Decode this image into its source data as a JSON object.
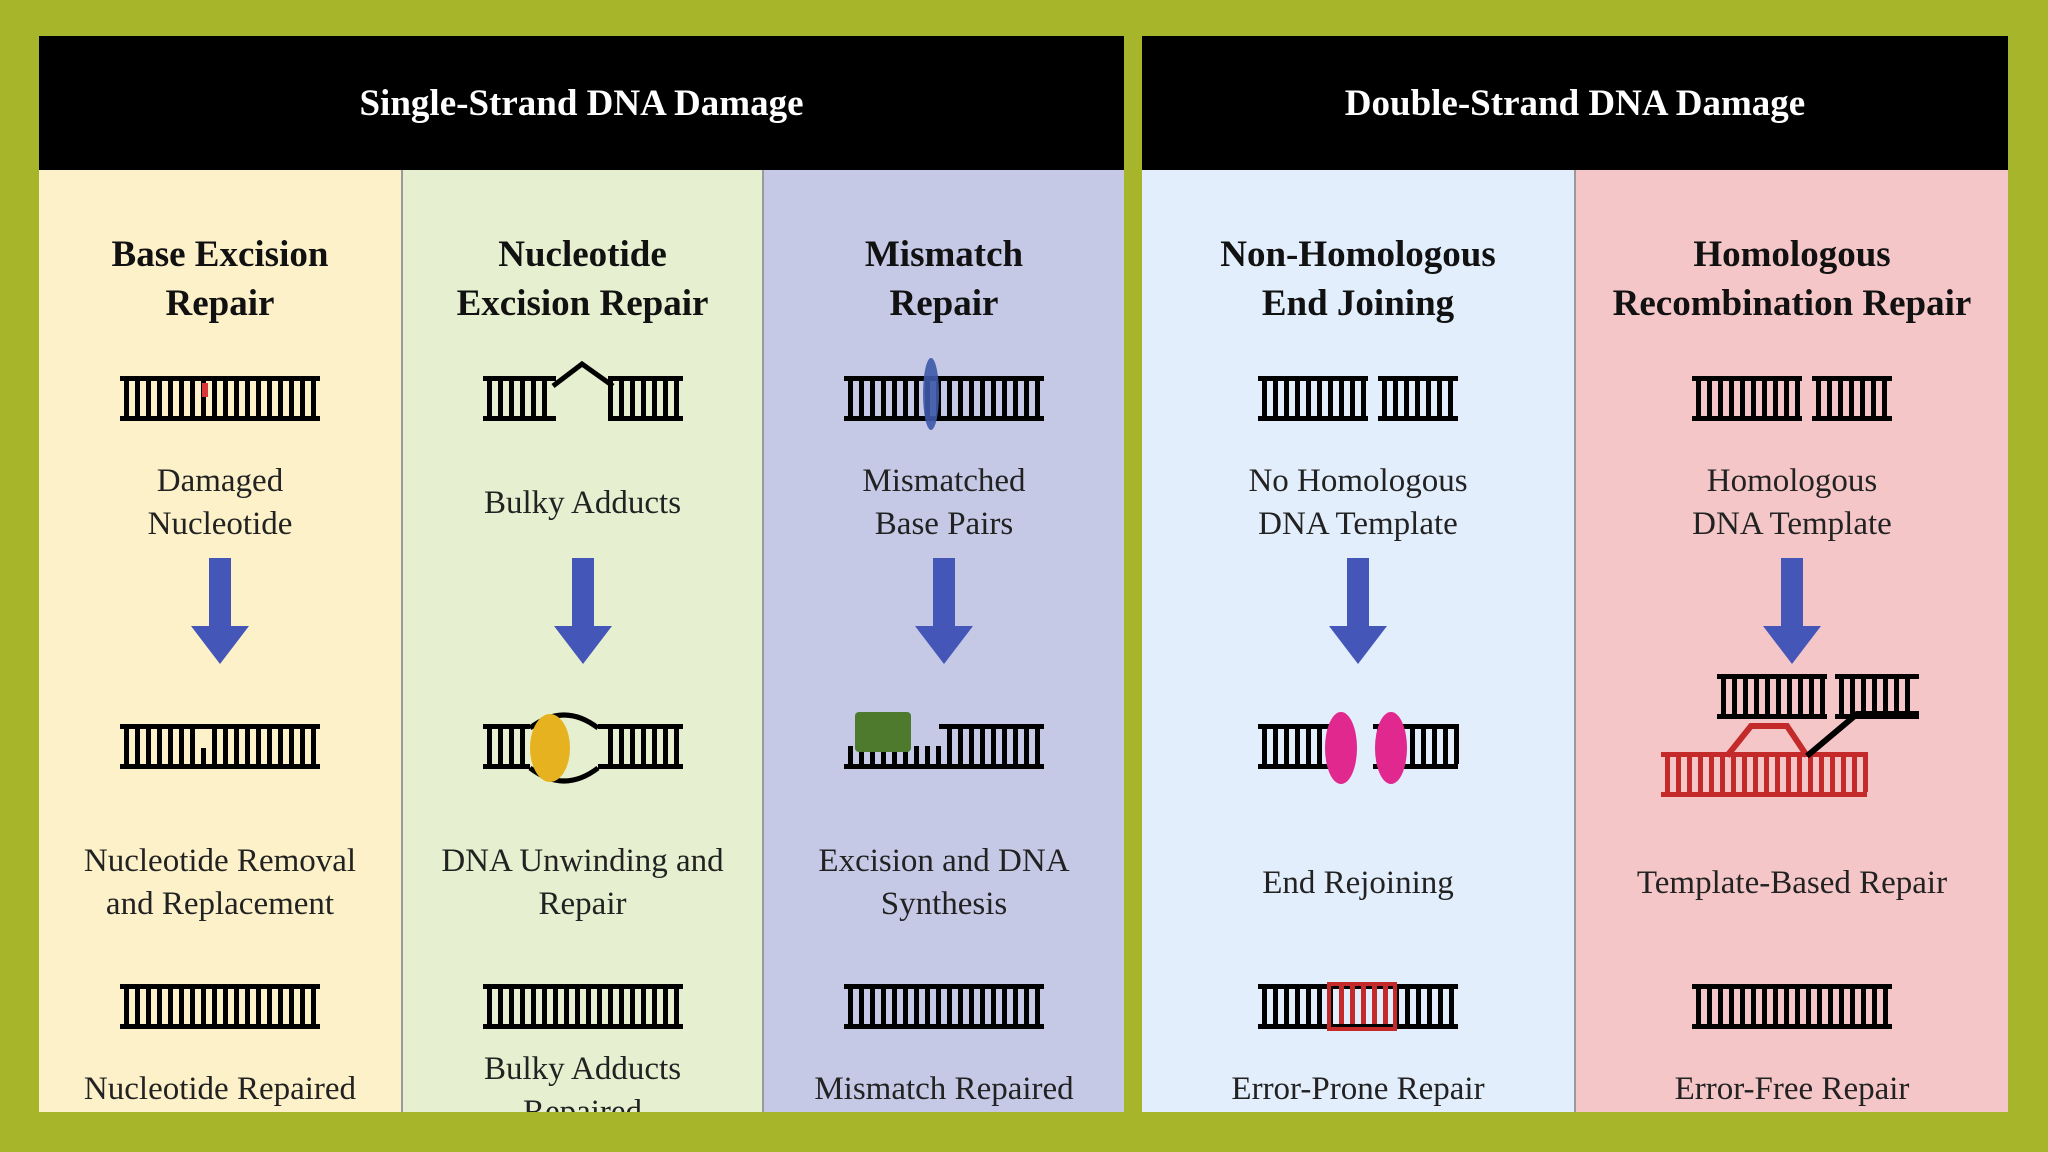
{
  "panels": {
    "single": {
      "title": "Single-Strand DNA Damage"
    },
    "double": {
      "title": "Double-Strand DNA Damage"
    }
  },
  "columns": [
    {
      "title1": "Base Excision",
      "title2": "Repair",
      "damage1": "Damaged",
      "damage2": "Nucleotide",
      "step1": "Nucleotide Removal",
      "step2": "and Replacement",
      "result1": "Nucleotide Repaired",
      "result2": "",
      "bg": "#fdf1ca"
    },
    {
      "title1": "Nucleotide",
      "title2": "Excision Repair",
      "damage1": "Bulky Adducts",
      "damage2": "",
      "step1": "DNA Unwinding  and",
      "step2": "Repair",
      "result1": "Bulky Adducts",
      "result2": "Repaired",
      "bg": "#e6efcf"
    },
    {
      "title1": "Mismatch",
      "title2": "Repair",
      "damage1": "Mismatched",
      "damage2": "Base Pairs",
      "step1": "Excision and DNA",
      "step2": "Synthesis",
      "result1": "Mismatch  Repaired",
      "result2": "",
      "bg": "#c5c9e6"
    },
    {
      "title1": "Non-Homologous",
      "title2": "End Joining",
      "damage1": "No Homologous",
      "damage2": "DNA Template",
      "step1": "End Rejoining",
      "step2": "",
      "result1": "Error-Prone Repair",
      "result2": "",
      "bg": "#e2eefc"
    },
    {
      "title1": "Homologous",
      "title2": "Recombination Repair",
      "damage1": "Homologous",
      "damage2": "DNA Template",
      "step1": "Template-Based  Repair",
      "step2": "",
      "result1": "Error-Free Repair",
      "result2": "",
      "bg": "#f4c6c8"
    }
  ],
  "colors": {
    "arrow": "#4456b8",
    "damage_mark": "#d83838",
    "adduct": "#e6b21f",
    "mismatch_marker": "#3d59a8",
    "excision_block": "#4d7a2d",
    "ligase": "#e0288f",
    "template_strand": "#c42a2a",
    "frame": "#a6b52a"
  }
}
